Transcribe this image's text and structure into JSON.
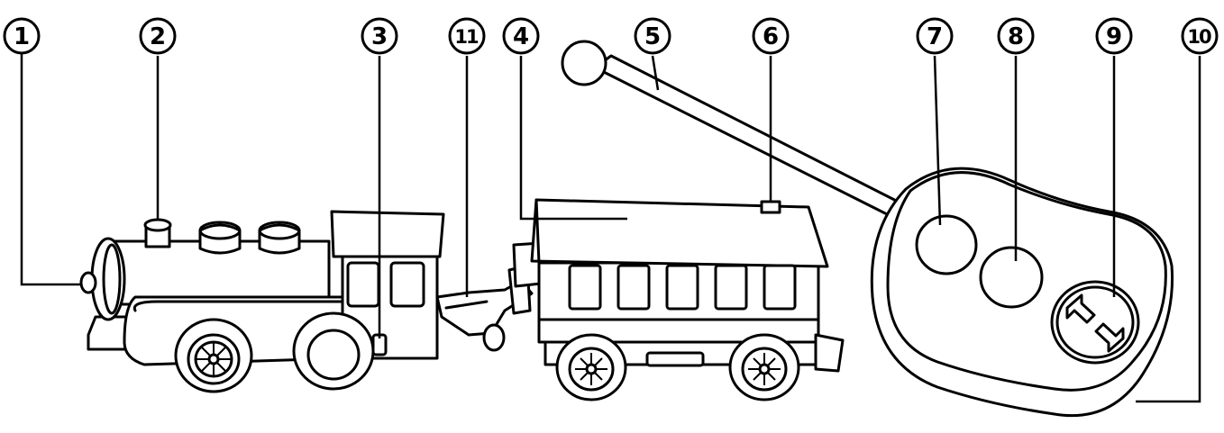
{
  "callouts": [
    {
      "id": "1",
      "label": "1"
    },
    {
      "id": "2",
      "label": "2"
    },
    {
      "id": "3",
      "label": "3"
    },
    {
      "id": "4",
      "label": "4"
    },
    {
      "id": "5",
      "label": "5"
    },
    {
      "id": "6",
      "label": "6"
    },
    {
      "id": "7",
      "label": "7"
    },
    {
      "id": "8",
      "label": "8"
    },
    {
      "id": "9",
      "label": "9"
    },
    {
      "id": "10",
      "label": "10"
    },
    {
      "id": "11",
      "label": "11"
    }
  ],
  "colors": {
    "stroke": "#000000",
    "fill": "#ffffff",
    "background": "#ffffff"
  }
}
